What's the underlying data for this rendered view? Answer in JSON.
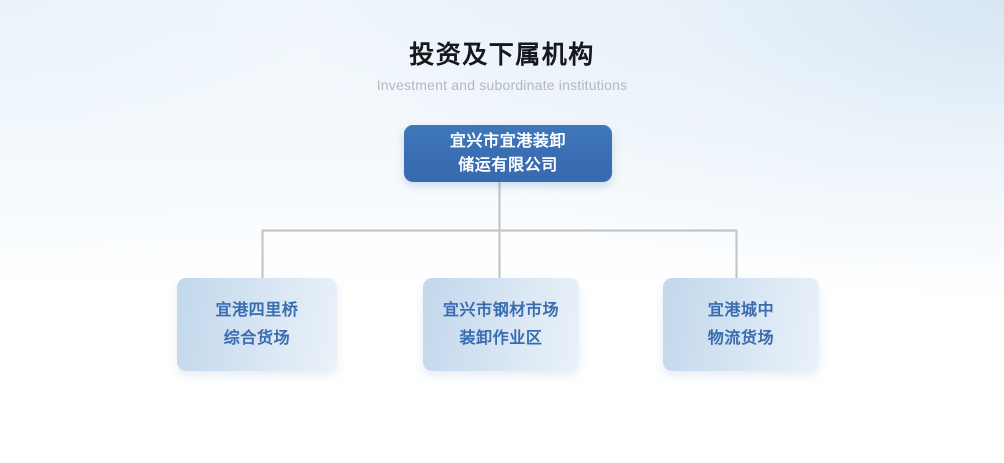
{
  "header": {
    "title_cn": "投资及下属机构",
    "title_en": "Investment and subordinate institutions"
  },
  "colors": {
    "root_node_bg": "#3a6db2",
    "root_node_text": "#ffffff",
    "child_node_bg_start": "#c3d7ec",
    "child_node_bg_end": "#eaf2f9",
    "child_node_text": "#3a6cb0",
    "connector_line": "#c4c6c8",
    "title_text": "#15181c",
    "subtitle_text": "#b4b8bd",
    "page_bg_top": "#e6eff7",
    "page_bg_bottom": "#ffffff"
  },
  "chart": {
    "root": {
      "id": "root",
      "line1": "宜兴市宜港装卸",
      "line2": "储运有限公司"
    },
    "children": [
      {
        "id": "child-0",
        "line1": "宜港四里桥",
        "line2": "综合货场"
      },
      {
        "id": "child-1",
        "line1": "宜兴市钢材市场",
        "line2": "装卸作业区"
      },
      {
        "id": "child-2",
        "line1": "宜港城中",
        "line2": "物流货场"
      }
    ]
  }
}
